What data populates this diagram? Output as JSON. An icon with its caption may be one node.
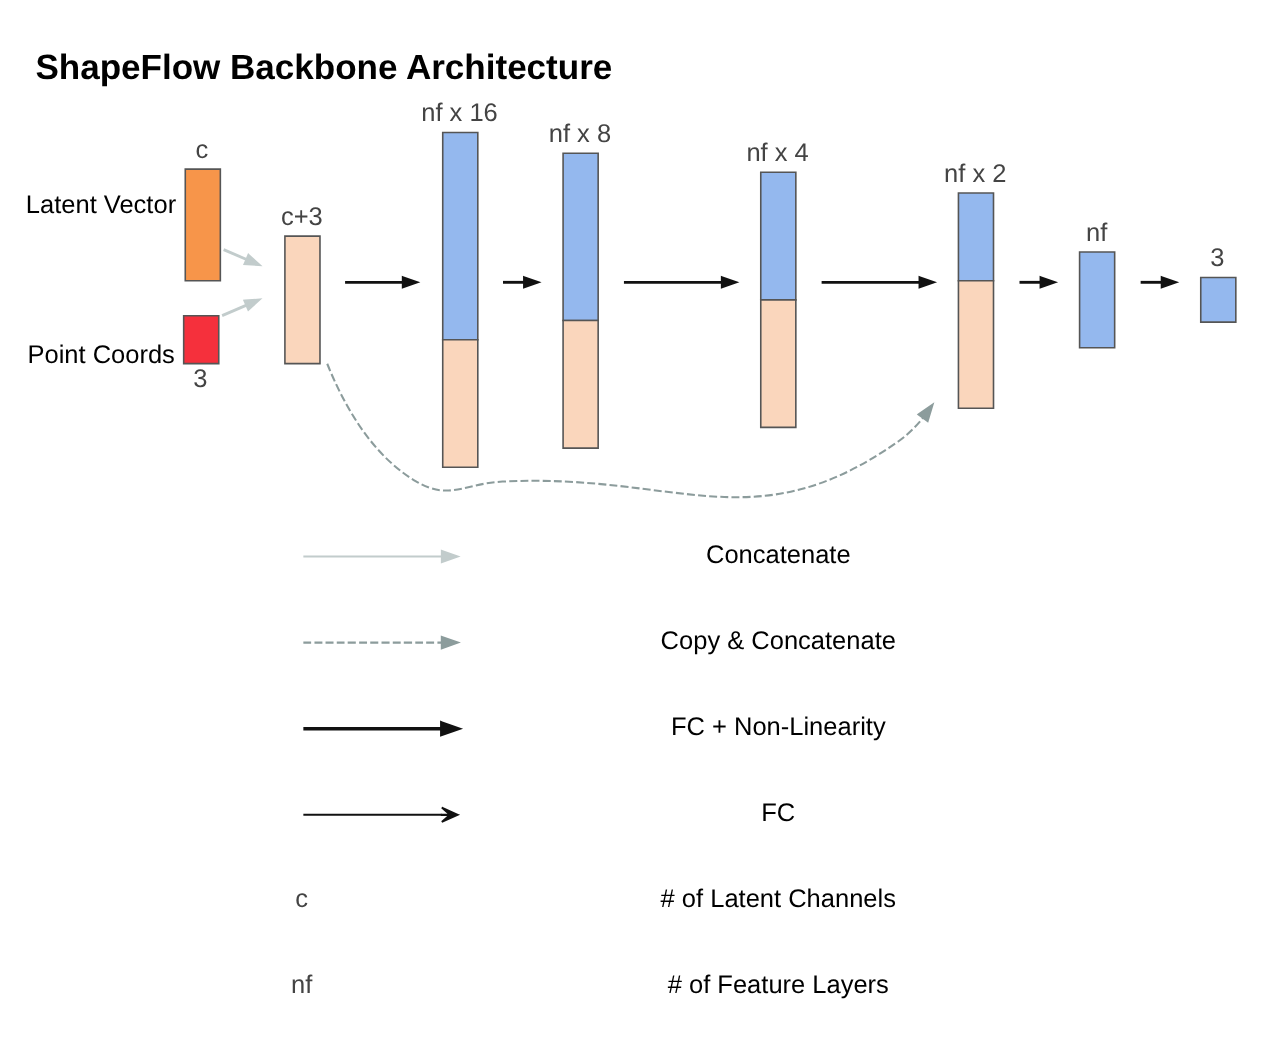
{
  "diagram": {
    "title": "ShapeFlow Backbone Architecture",
    "nodes": [
      {
        "text": [
          "c"
        ],
        "beside": [
          "Latent Vector"
        ]
      },
      {
        "text": [
          "3"
        ],
        "beside": [
          "Point Coords"
        ]
      },
      {
        "text": [
          "c+3"
        ]
      },
      {
        "text": [
          "nf x 16"
        ]
      },
      {
        "text": [
          "nf x 8"
        ]
      },
      {
        "text": [
          "nf x 4"
        ]
      },
      {
        "text": [
          "nf x 2"
        ]
      },
      {
        "text": [
          "nf"
        ]
      },
      {
        "text": [
          "3"
        ]
      }
    ],
    "edges": [
      {
        "from": 0,
        "to": 2,
        "arrow": "to",
        "color": "#c2cccc"
      },
      {
        "from": 1,
        "to": 2,
        "arrow": "to",
        "color": "#c2cccc"
      },
      {
        "from": 2,
        "to": 3,
        "arrow": "to"
      },
      {
        "from": 3,
        "to": 4,
        "arrow": "to"
      },
      {
        "from": 4,
        "to": 5,
        "arrow": "to"
      },
      {
        "from": 5,
        "to": 6,
        "arrow": "to"
      },
      {
        "from": 6,
        "to": 7,
        "arrow": "to"
      },
      {
        "from": 7,
        "to": 8,
        "arrow": "to"
      },
      {
        "from": 2,
        "to": 6,
        "arrow": "to",
        "style": "dashed",
        "color": "#8c9c9c"
      }
    ],
    "labels": [
      "c",
      "# of Latent Channels",
      "nf",
      "# of Feature Layers"
    ],
    "legend": [
      {
        "text": "Concatenate"
      },
      {
        "text": "Copy & Concatenate"
      },
      {
        "text": "FC + Non-Linearity"
      },
      {
        "text": "FC"
      }
    ]
  }
}
